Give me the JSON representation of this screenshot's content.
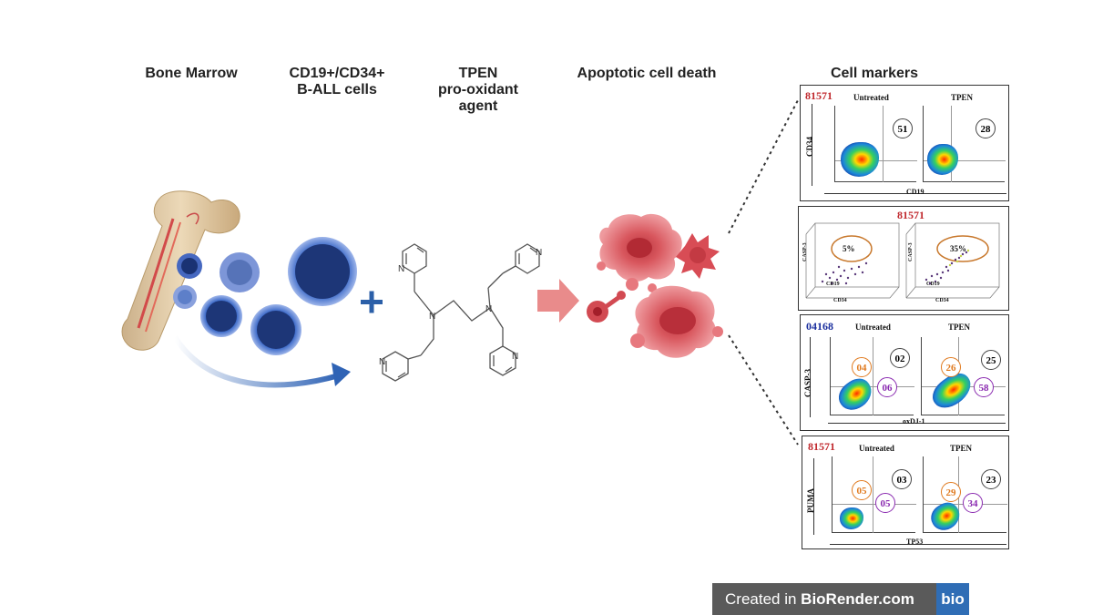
{
  "headers": {
    "bone_marrow": "Bone Marrow",
    "cells_line1": "CD19+/CD34+",
    "cells_line2": "B-ALL cells",
    "tpen_line1": "TPEN",
    "tpen_line2": "pro-oxidant",
    "tpen_line3": "agent",
    "death": "Apoptotic cell death",
    "markers": "Cell markers"
  },
  "structure_atoms": {
    "n1": "N",
    "n2": "N",
    "n3": "N",
    "n4": "N",
    "n5": "N",
    "n6": "N"
  },
  "panel1": {
    "id": "81571",
    "id_color": "#c0282d",
    "left_title": "Untreated",
    "right_title": "TPEN",
    "ylabel": "CD34",
    "xlabel": "CD19",
    "left_value": "51",
    "right_value": "28"
  },
  "panel2": {
    "id": "81571",
    "id_color": "#c0282d",
    "left_pct": "5%",
    "right_pct": "35%",
    "z_label": "CASP-3",
    "x_label": "CD34",
    "y_label_left": "CD19",
    "y_label_right": "CD19"
  },
  "panel3": {
    "id": "04168",
    "id_color": "#1b2f9e",
    "left_title": "Untreated",
    "right_title": "TPEN",
    "ylabel": "CASP-3",
    "xlabel": "oxDJ-1",
    "left_q1": "04",
    "left_q2": "02",
    "left_q4": "06",
    "right_q1": "26",
    "right_q2": "25",
    "right_q4": "58"
  },
  "panel4": {
    "id": "81571",
    "id_color": "#c0282d",
    "left_title": "Untreated",
    "right_title": "TPEN",
    "ylabel": "PUMA",
    "xlabel": "TP53",
    "left_q1": "05",
    "left_q2": "03",
    "left_q4": "05",
    "right_q1": "29",
    "right_q2": "23",
    "right_q4": "34"
  },
  "badge": {
    "prefix": "Created in ",
    "brand": "BioRender.com",
    "logo": "bio"
  },
  "colors": {
    "orange_circle": "#e07a1f",
    "purple_circle": "#8a2ab0",
    "arrow_pink": "#e98b8b",
    "plus_blue": "#2b5fa8"
  }
}
